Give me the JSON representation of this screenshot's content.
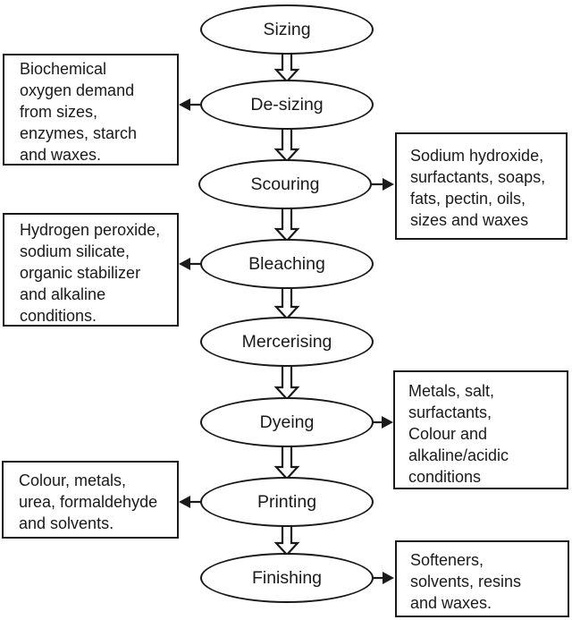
{
  "flowchart": {
    "stages": [
      {
        "id": "sizing",
        "label": "Sizing"
      },
      {
        "id": "de-sizing",
        "label": "De-sizing"
      },
      {
        "id": "scouring",
        "label": "Scouring"
      },
      {
        "id": "bleaching",
        "label": "Bleaching"
      },
      {
        "id": "mercerising",
        "label": "Mercerising"
      },
      {
        "id": "dyeing",
        "label": "Dyeing"
      },
      {
        "id": "printing",
        "label": "Printing"
      },
      {
        "id": "finishing",
        "label": "Finishing"
      }
    ],
    "notes": [
      {
        "id": "note-de-sizing",
        "side": "left",
        "for_stage": "De-sizing",
        "text": "Biochemical\noxygen demand\nfrom sizes,\nenzymes, starch\nand waxes."
      },
      {
        "id": "note-scouring",
        "side": "right",
        "for_stage": "Scouring",
        "text": "Sodium hydroxide,\nsurfactants, soaps,\nfats, pectin, oils,\nsizes and waxes"
      },
      {
        "id": "note-bleaching",
        "side": "left",
        "for_stage": "Bleaching",
        "text": "Hydrogen peroxide,\nsodium silicate,\norganic stabilizer\nand alkaline\nconditions."
      },
      {
        "id": "note-dyeing",
        "side": "right",
        "for_stage": "Dyeing",
        "text": "Metals, salt,\nsurfactants,\nColour and\nalkaline/acidic\nconditions"
      },
      {
        "id": "note-printing",
        "side": "left",
        "for_stage": "Printing",
        "text": "Colour, metals,\nurea, formaldehyde\nand solvents."
      },
      {
        "id": "note-finishing",
        "side": "right",
        "for_stage": "Finishing",
        "text": "Softeners,\nsolvents, resins\nand waxes."
      }
    ],
    "colors": {
      "line": "#1a1a1a",
      "fill": "#ffffff",
      "text": "#1a1a1a"
    }
  }
}
